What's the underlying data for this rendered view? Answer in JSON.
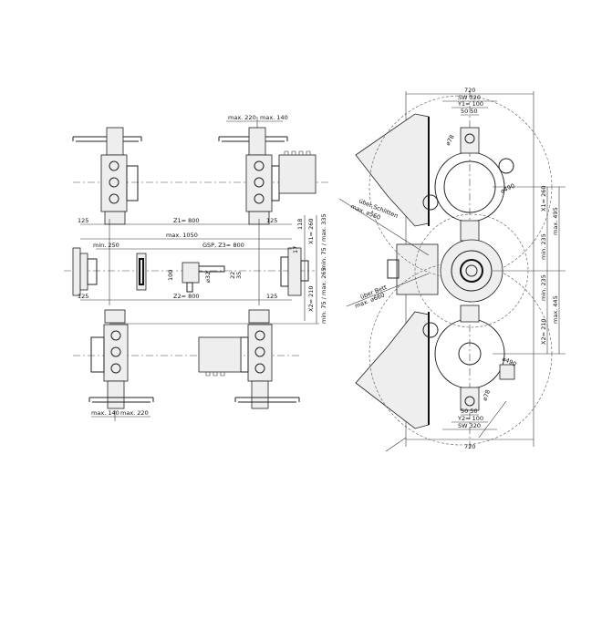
{
  "side_view": {
    "top_left_max": "max. 220",
    "top_right_max": "max. 140",
    "dim_125_a": "125",
    "z1": "Z1= 800",
    "dim_125_b": "125",
    "max_1050": "max. 1050",
    "min_250": "min. 250",
    "gsp_z3": "GSP, Z3= 800",
    "z2": "Z2= 800",
    "dim_125_c": "125",
    "dim_125_d": "125",
    "dim_118": "118",
    "x1": "X1= 260",
    "x1_range": "min. 75 / max. 335",
    "dim_17": "17",
    "dim_100": "100",
    "dia_32": "⌀32",
    "dim_22": "22",
    "dim_35": "35",
    "x2": "X2= 210",
    "x2_range": "min. 75 / max. 265",
    "bottom_left_max": "max. 140",
    "bottom_right_max": "max. 220"
  },
  "front_view": {
    "width_top": "720",
    "sw_top": "SW 320",
    "y1": "Y1= 100",
    "fifty_top": "50 50",
    "dia_78_top": "⌀78",
    "dia_490_top": "⌀490",
    "x1": "X1= 260",
    "max_495": "max. 495",
    "min_235_a": "min. 235",
    "min_235_b": "min. 235",
    "max_445": "max. 445",
    "x2": "X2= 210",
    "over_slide": "über Schlitten",
    "over_slide_max": "max. ⌀560",
    "over_bed": "über Bett",
    "over_bed_max": "max. ⌀660",
    "dia_490_bottom": "⌀490",
    "dia_78_bottom": "⌀78",
    "fifty_bottom": "50 50",
    "y2": "Y2= 100",
    "sw_bottom": "SW 320",
    "width_bottom": "720"
  }
}
